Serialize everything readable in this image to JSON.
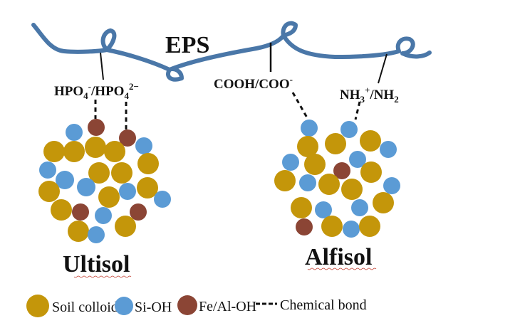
{
  "eps_label": "EPS",
  "groups": {
    "phosphate": {
      "base": "HPO",
      "sub1": "4",
      "sup1": "-",
      "slash": "/HPO",
      "sub2": "4",
      "sup2": "2−"
    },
    "carboxyl": {
      "base": "COOH/COO",
      "sup": "-"
    },
    "amine": {
      "base": "NH",
      "sub1": "3",
      "sup1": "+",
      "slash": "/NH",
      "sub2": "2"
    }
  },
  "soils": {
    "left": "Ultisol",
    "right": "Alfisol"
  },
  "legend": {
    "soil_colloid": "Soil colloid",
    "si_oh": "Si-OH",
    "fe_al_oh": "Fe/Al-OH",
    "chemical_bond": "Chemical bond"
  },
  "colors": {
    "eps": "#4a77a8",
    "soil_colloid": "#c4960a",
    "si_oh": "#5b9bd5",
    "fe_al_oh": "#8b4535",
    "text": "#111111"
  }
}
